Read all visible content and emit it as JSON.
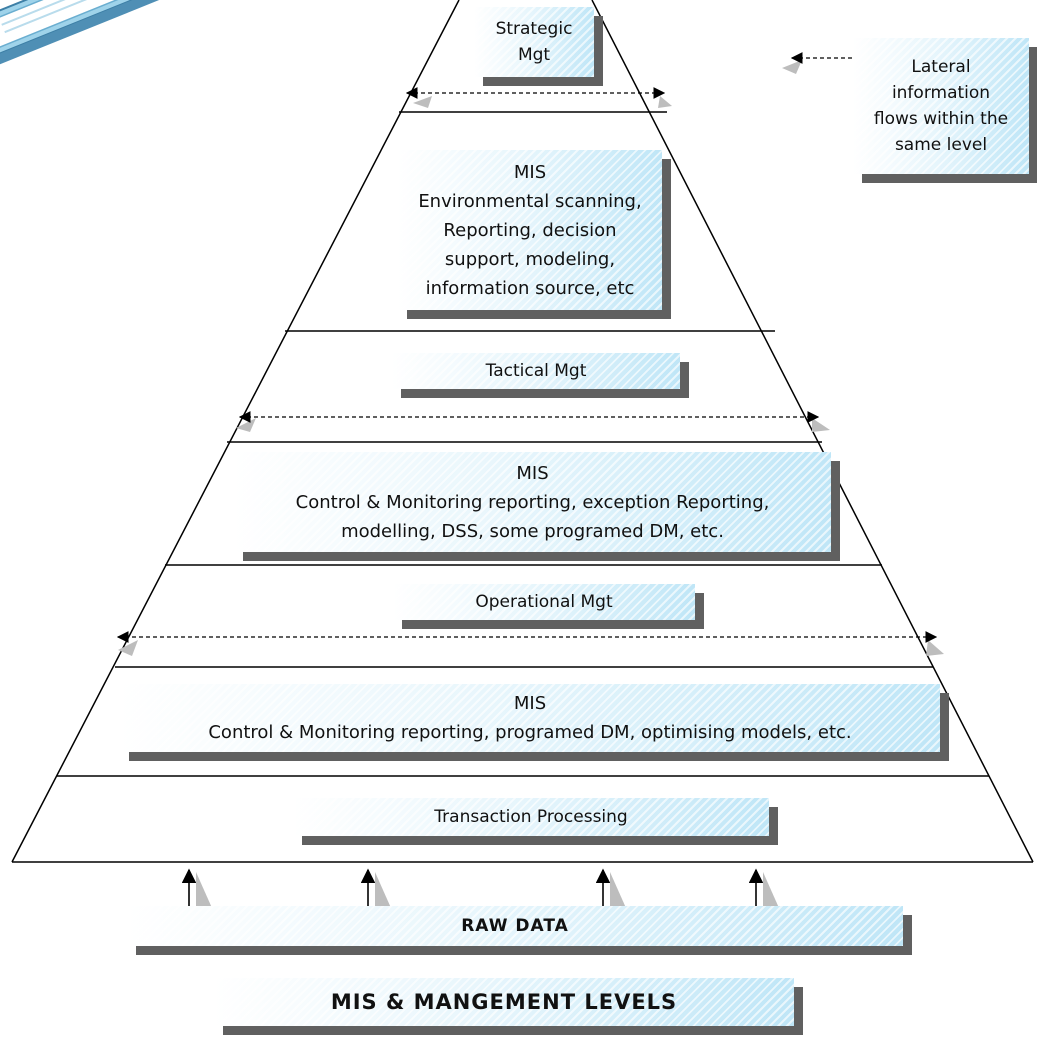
{
  "strategic": {
    "label": [
      "Strategic",
      "Mgt"
    ]
  },
  "mis_top": {
    "lines": [
      "MIS",
      "Environmental scanning,",
      "Reporting, decision",
      "support, modeling,",
      "information source, etc"
    ]
  },
  "tactical": {
    "label": "Tactical Mgt"
  },
  "mis_middle": {
    "lines": [
      "MIS",
      "Control & Monitoring reporting, exception Reporting,",
      "modelling, DSS, some programed DM, etc."
    ]
  },
  "operational": {
    "label": "Operational Mgt"
  },
  "mis_bottom": {
    "lines": [
      "MIS",
      "Control & Monitoring reporting, programed DM, optimising models, etc."
    ]
  },
  "transaction": {
    "label": "Transaction Processing"
  },
  "raw_data": {
    "label": "RAW DATA"
  },
  "legend": {
    "lines": [
      "Lateral",
      "information",
      "flows within the",
      "same level"
    ]
  },
  "title": {
    "label": "MIS & MANGEMENT LEVELS"
  },
  "colors": {
    "box_fill": "#dff3fb",
    "box_shadow": "#606060",
    "line": "#000000"
  },
  "icons": {
    "corner_image": "book-icon"
  }
}
